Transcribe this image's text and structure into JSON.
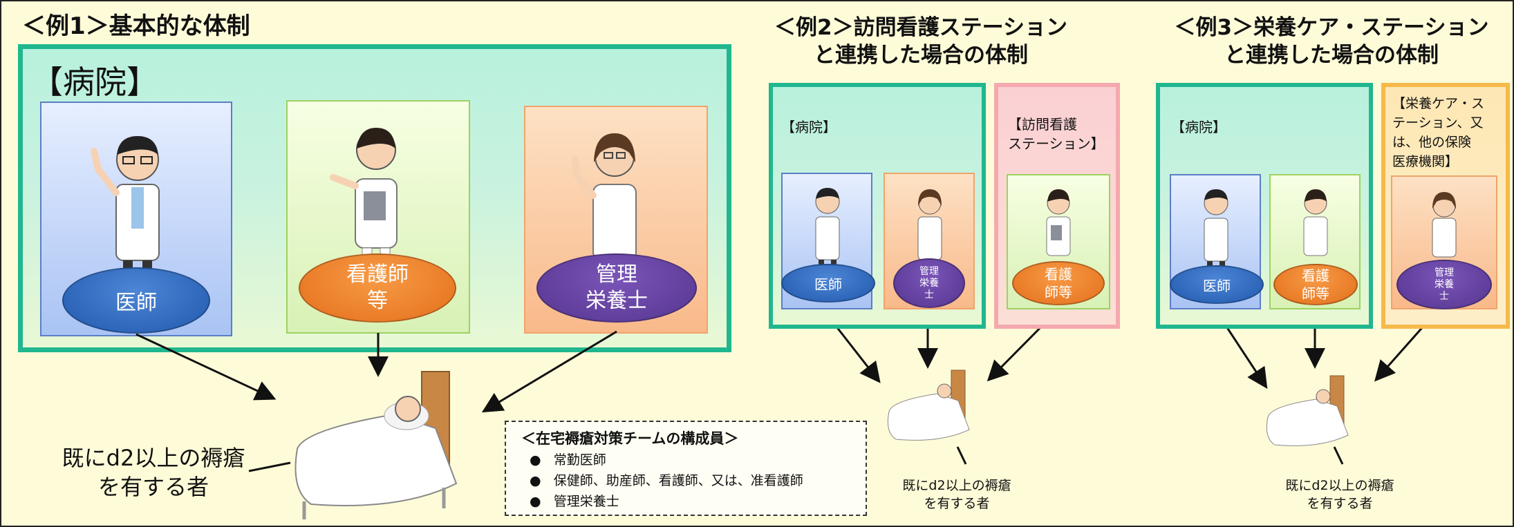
{
  "example1": {
    "title": "＜例1＞基本的な体制",
    "hospital": "【病院】",
    "roles": [
      "医師",
      "看護師\n等",
      "管理\n栄養士"
    ],
    "patient": "既にd2以上の褥瘡\nを有する者",
    "team": {
      "title": "＜在宅褥瘡対策チームの構成員＞",
      "bullet": "●",
      "members": [
        "常勤医師",
        "保健師、助産師、看護師、又は、准看護師",
        "管理栄養士"
      ]
    }
  },
  "example2": {
    "title": "＜例2＞訪問看護ステーション\nと連携した場合の体制",
    "hospital": "【病院】",
    "partner": "【訪問看護\nステーション】",
    "roles": [
      "医師",
      "管理\n栄養\n士",
      "看護\n師等"
    ],
    "patient": "既にd2以上の褥瘡\nを有する者"
  },
  "example3": {
    "title": "＜例3＞栄養ケア・ステーション\nと連携した場合の体制",
    "hospital": "【病院】",
    "partner": "【栄養ケア・ス\nテーション、又\nは、他の保険\n医療機関】",
    "roles": [
      "医師",
      "看護\n師等",
      "管理\n栄養\n士"
    ],
    "patient": "既にd2以上の褥瘡\nを有する者"
  },
  "colors": {
    "hospital_border": "#20b78f",
    "oval_blue": "#2159ad",
    "oval_orange": "#e4701c",
    "oval_purple": "#56358f",
    "partner_pink": "#f5a9ae",
    "partner_yellow": "#f6b94a"
  }
}
